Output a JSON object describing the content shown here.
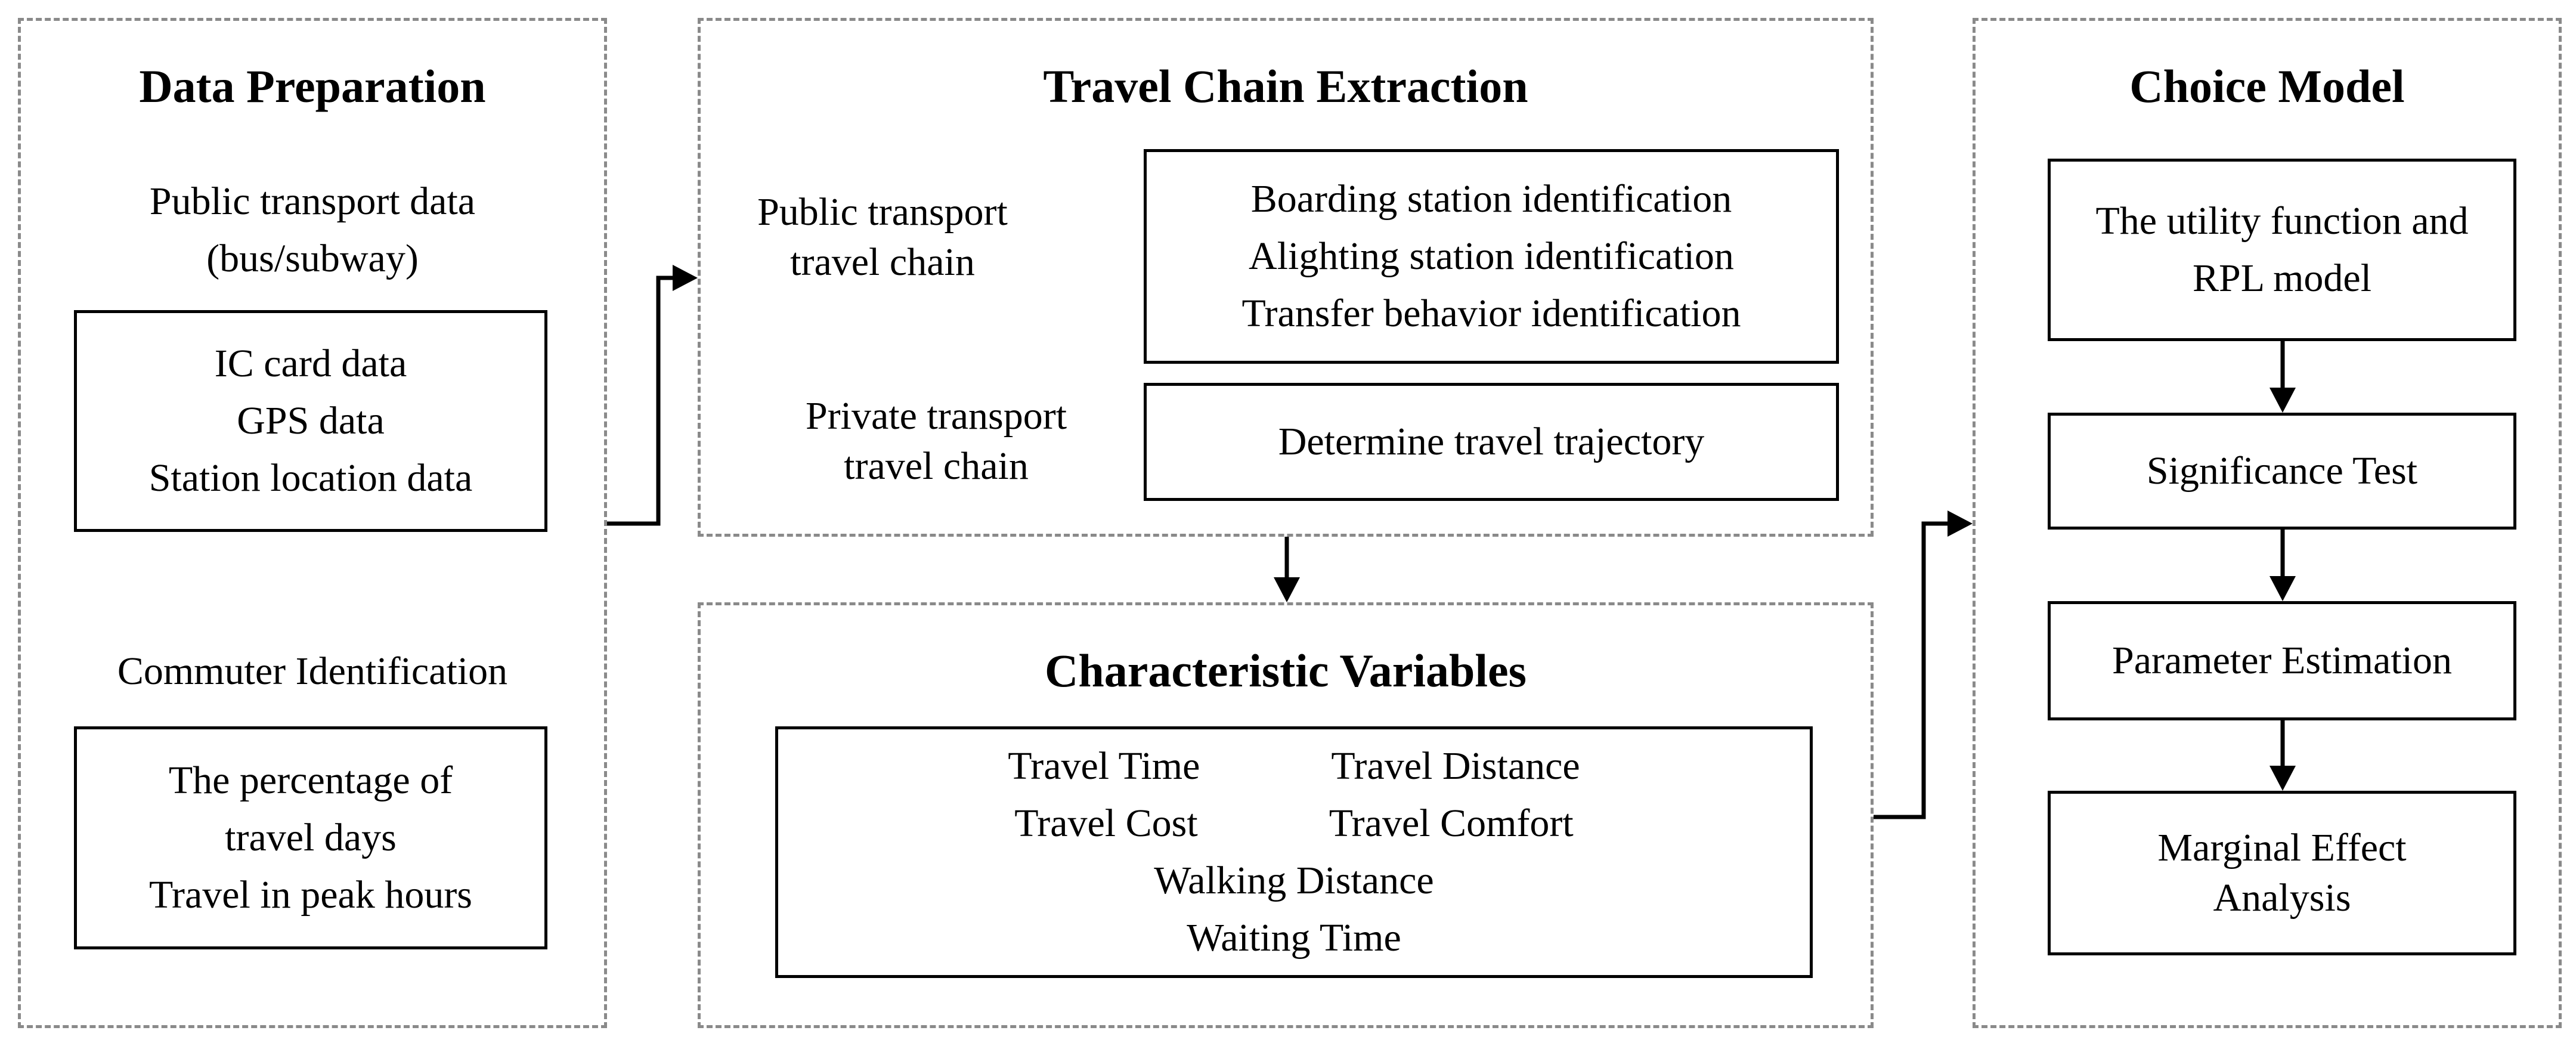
{
  "data_preparation": {
    "title": "Data Preparation",
    "public_transport_label": [
      "Public transport data",
      "(bus/subway)"
    ],
    "data_box": [
      "IC card data",
      "GPS data",
      "Station location data"
    ],
    "commuter_label": "Commuter Identification",
    "commuter_box": [
      "The percentage of",
      "travel days",
      "Travel in peak hours"
    ]
  },
  "travel_chain": {
    "title": "Travel Chain Extraction",
    "public_label": [
      "Public transport",
      "travel chain"
    ],
    "public_box": [
      "Boarding station identification",
      "Alighting station identification",
      "Transfer behavior identification"
    ],
    "private_label": [
      "Private transport",
      "travel chain"
    ],
    "private_box": "Determine travel trajectory"
  },
  "characteristic": {
    "title": "Characteristic Variables",
    "row1": [
      "Travel Time",
      "Travel Distance"
    ],
    "row2": [
      "Travel Cost",
      "Travel Comfort"
    ],
    "row3": "Walking Distance",
    "row4": "Waiting Time"
  },
  "choice_model": {
    "title": "Choice Model",
    "box1": [
      "The utility function and",
      "RPL model"
    ],
    "box2": "Significance Test",
    "box3": "Parameter Estimation",
    "box4": [
      "Marginal Effect",
      "Analysis"
    ]
  }
}
